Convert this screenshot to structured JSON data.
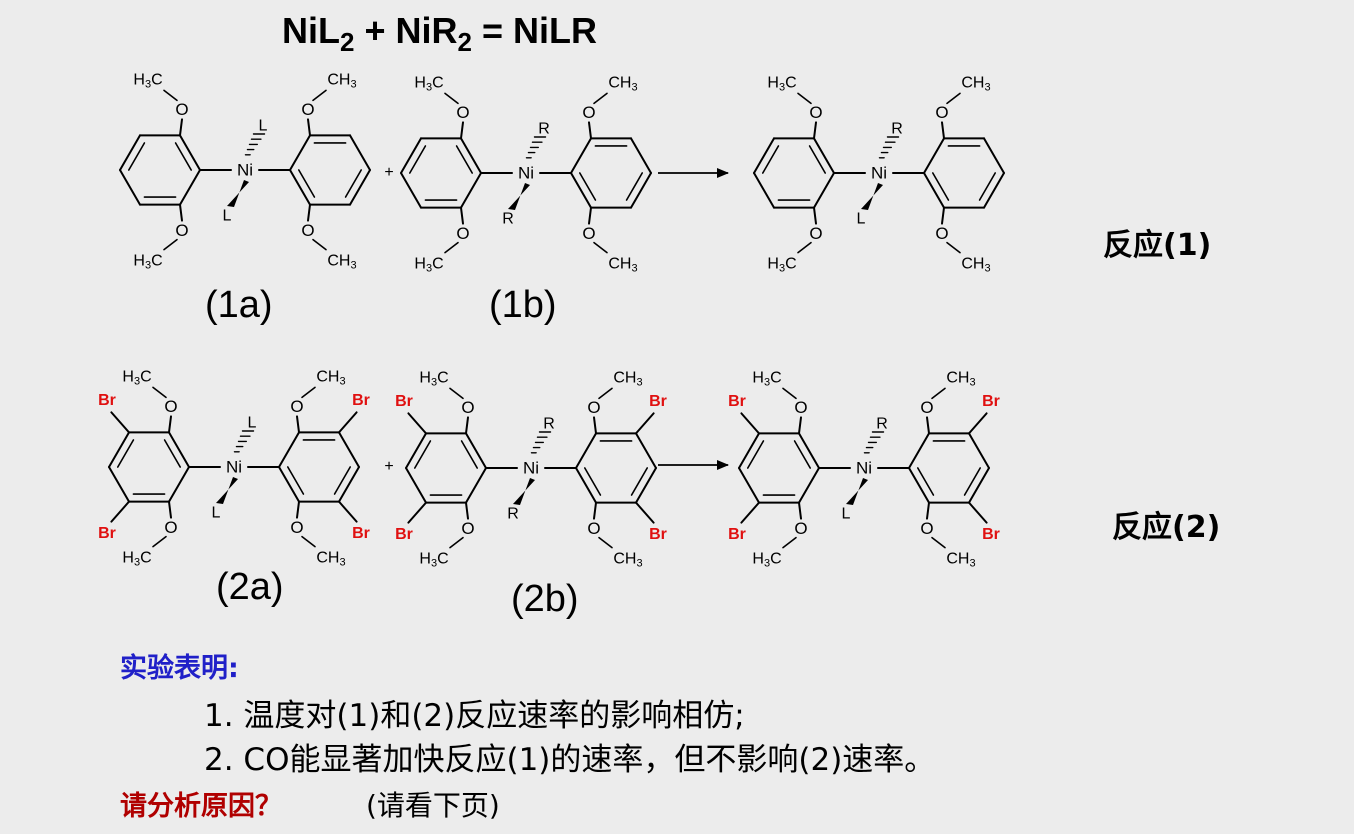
{
  "title": {
    "ni1": "NiL",
    "sub1": "2",
    "plus": " + NiR",
    "sub2": "2",
    "eq": " = NiLR"
  },
  "atoms": {
    "ni": "Ni",
    "o": "O",
    "br": "Br",
    "l": "L",
    "r": "R",
    "h3c": "H3C",
    "ch3": "CH3",
    "plus": "+"
  },
  "labels": {
    "l1a": "(1a)",
    "l1b": "(1b)",
    "l2a": "(2a)",
    "l2b": "(2b)",
    "rxn1": "反应(1)",
    "rxn2": "反应(2)"
  },
  "notes": {
    "heading": "实验表明:",
    "item1": "1. 温度对(1)和(2)反应速率的影响相仿;",
    "item2": "2. CO能显著加快反应(1)的速率，但不影响(2)速率。",
    "question": "请分析原因？",
    "question_hint": "(请看下页)"
  },
  "colors": {
    "bromine": "#e01010",
    "heading": "#2020c8",
    "question": "#b00000",
    "background": "#ececec"
  }
}
